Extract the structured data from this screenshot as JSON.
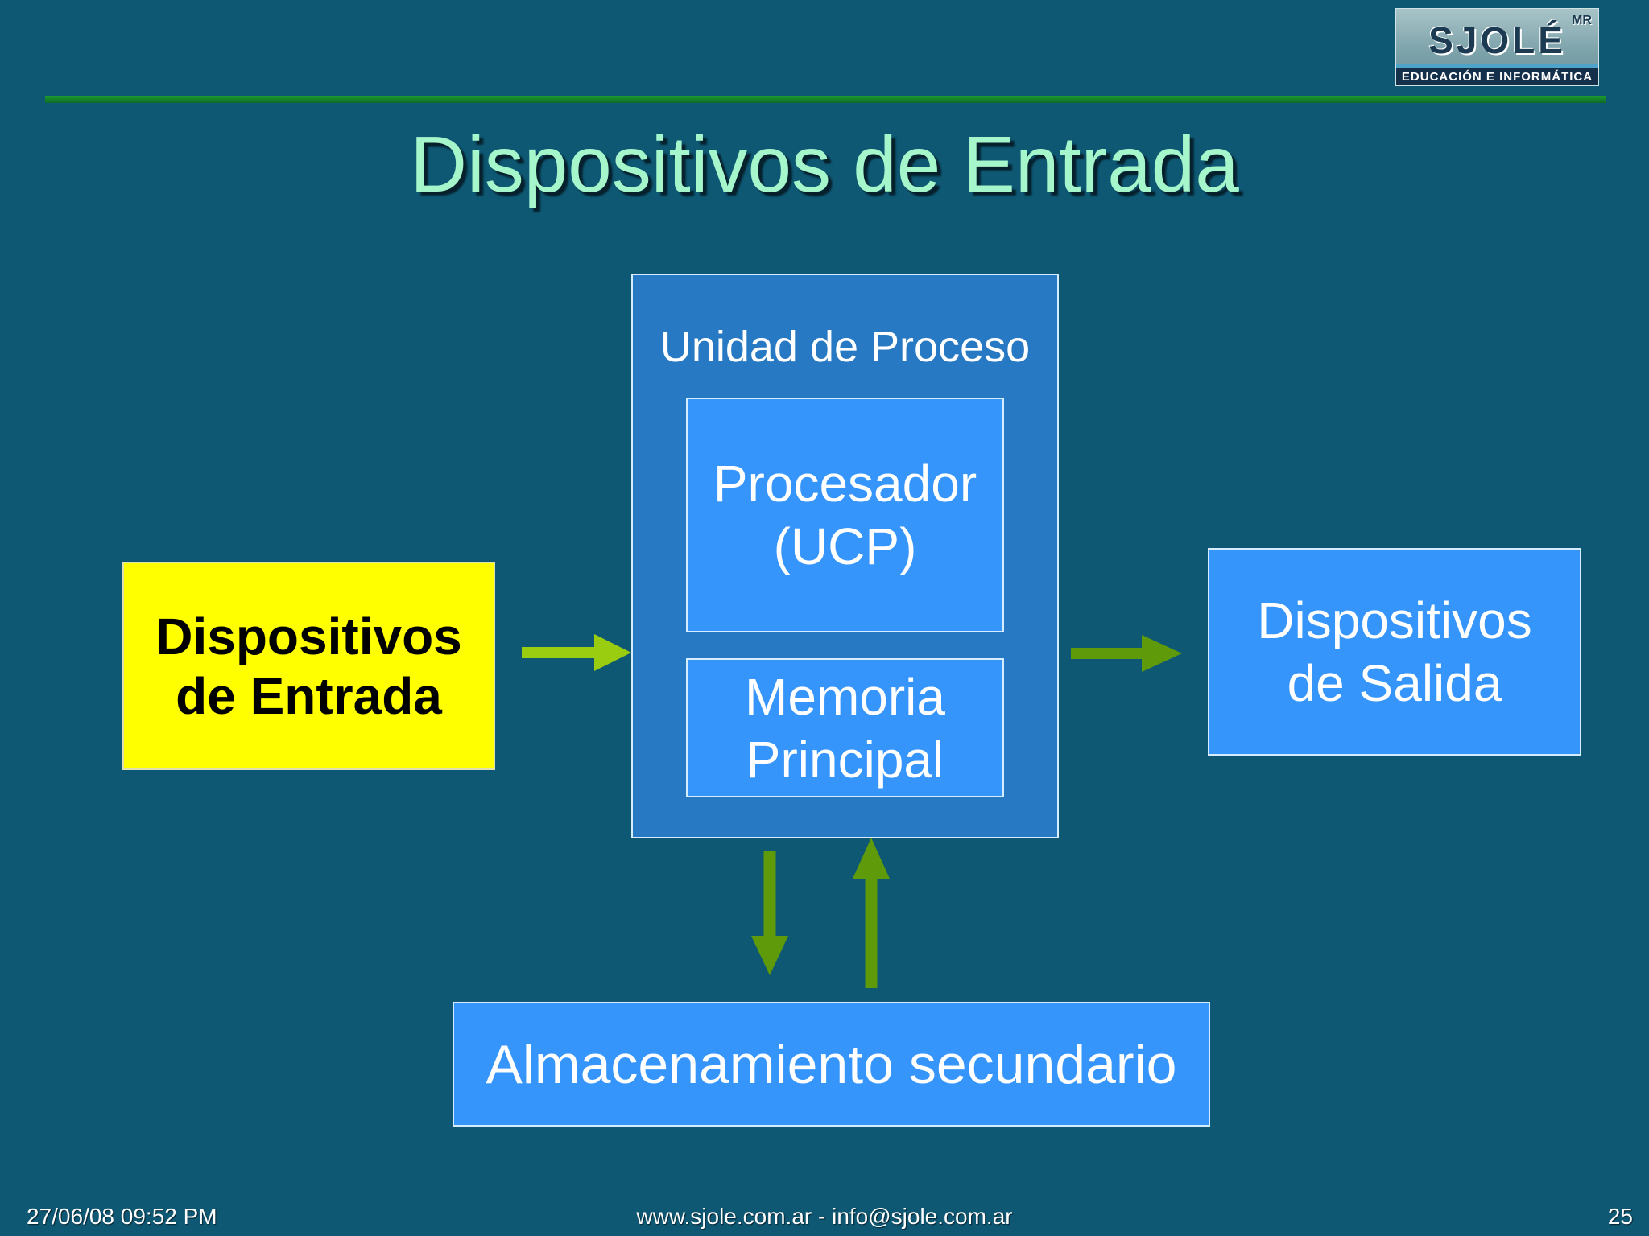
{
  "logo": {
    "wordmark": "SJOLÉ",
    "trademark": "MR",
    "tagline": "EDUCACIÓN E INFORMÁTICA"
  },
  "slide": {
    "title": "Dispositivos de Entrada"
  },
  "diagram": {
    "input_box": {
      "line1": "Dispositivos",
      "line2": "de Entrada"
    },
    "processing_unit": {
      "label": "Unidad de Proceso"
    },
    "cpu_box": {
      "line1": "Procesador",
      "line2": "(UCP)"
    },
    "memory_box": {
      "line1": "Memoria",
      "line2": "Principal"
    },
    "output_box": {
      "line1": "Dispositivos",
      "line2": "de Salida"
    },
    "storage_box": {
      "label": "Almacenamiento secundario"
    },
    "colors": {
      "background": "#0e5873",
      "highlight_box": "#ffff00",
      "box": "#3595fa",
      "unit_box": "#2679c2",
      "input_arrow": "#9acc10",
      "other_arrows": "#5f9a0a",
      "title": "#a6f6cc"
    }
  },
  "footer": {
    "datetime": "27/06/08 09:52 PM",
    "contact": "www.sjole.com.ar - info@sjole.com.ar",
    "page_number": "25"
  }
}
